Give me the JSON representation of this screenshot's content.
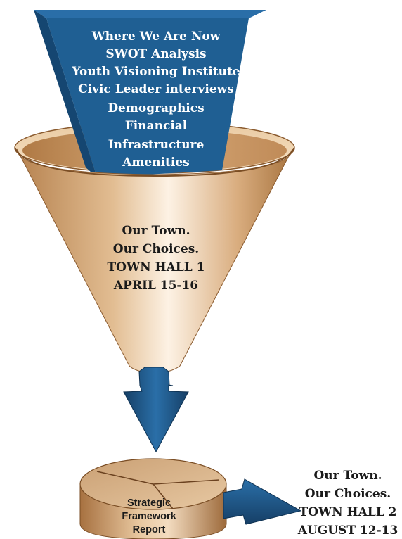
{
  "inputs_block": {
    "items": [
      "Where We Are Now",
      "SWOT Analysis",
      "Youth Visioning Institute",
      "Civic Leader interviews",
      "Demographics",
      "Financial",
      "Infrastructure",
      "Amenities"
    ]
  },
  "funnel": {
    "lines": [
      "Our Town.",
      "Our Choices.",
      "TOWN HALL 1",
      "APRIL 15-16"
    ]
  },
  "report": {
    "lines": [
      "Strategic",
      "Framework",
      "Report"
    ]
  },
  "output": {
    "lines": [
      "Our Town.",
      "Our Choices.",
      "TOWN HALL 2",
      "AUGUST 12-13"
    ]
  },
  "colors": {
    "blue_front": "#1f5f93",
    "blue_side": "#154671",
    "funnel_light": "#fbe9d4",
    "funnel_dark": "#b88656",
    "arrow_blue": "#1e5d91"
  }
}
